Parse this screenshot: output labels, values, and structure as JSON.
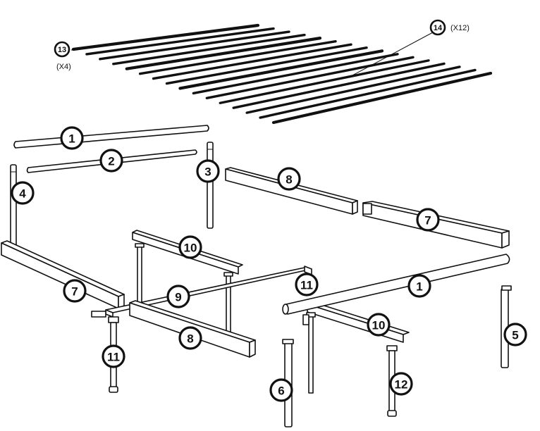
{
  "callouts": [
    {
      "id": "c14",
      "label": "14",
      "qty": "(X12)"
    },
    {
      "id": "c13",
      "label": "13",
      "qty": "(X4)"
    },
    {
      "id": "c1a",
      "label": "1"
    },
    {
      "id": "c2",
      "label": "2"
    },
    {
      "id": "c3",
      "label": "3"
    },
    {
      "id": "c4",
      "label": "4"
    },
    {
      "id": "c8a",
      "label": "8"
    },
    {
      "id": "c7a",
      "label": "7"
    },
    {
      "id": "c10a",
      "label": "10"
    },
    {
      "id": "c7b",
      "label": "7"
    },
    {
      "id": "c9",
      "label": "9"
    },
    {
      "id": "c11a",
      "label": "11"
    },
    {
      "id": "c1b",
      "label": "1"
    },
    {
      "id": "c8b",
      "label": "8"
    },
    {
      "id": "c11b",
      "label": "11"
    },
    {
      "id": "c10b",
      "label": "10"
    },
    {
      "id": "c5",
      "label": "5"
    },
    {
      "id": "c6",
      "label": "6"
    },
    {
      "id": "c12",
      "label": "12"
    }
  ]
}
